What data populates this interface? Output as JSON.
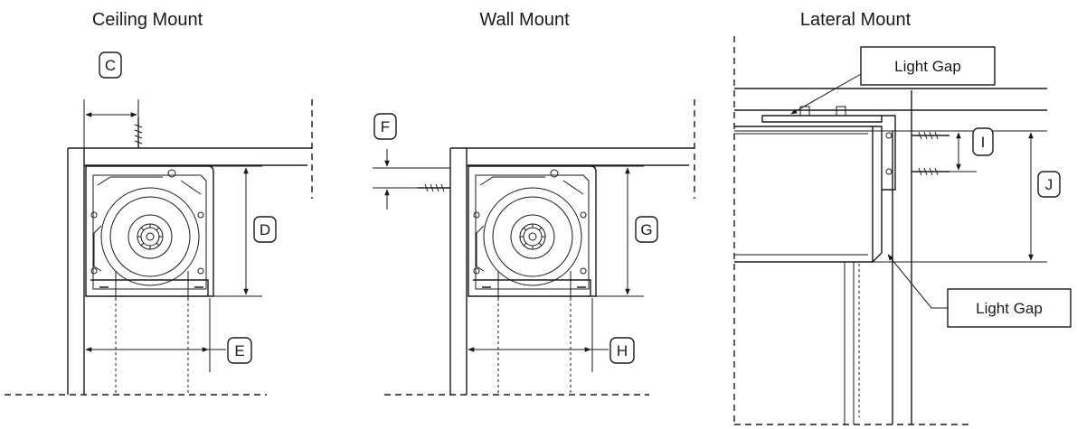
{
  "titles": {
    "ceiling": "Ceiling Mount",
    "wall": "Wall Mount",
    "lateral": "Lateral Mount"
  },
  "labels": {
    "c": "C",
    "d": "D",
    "e": "E",
    "f": "F",
    "g": "G",
    "h": "H",
    "i": "I",
    "j": "J"
  },
  "callouts": {
    "light_gap_top": "Light Gap",
    "light_gap_bottom": "Light Gap"
  }
}
